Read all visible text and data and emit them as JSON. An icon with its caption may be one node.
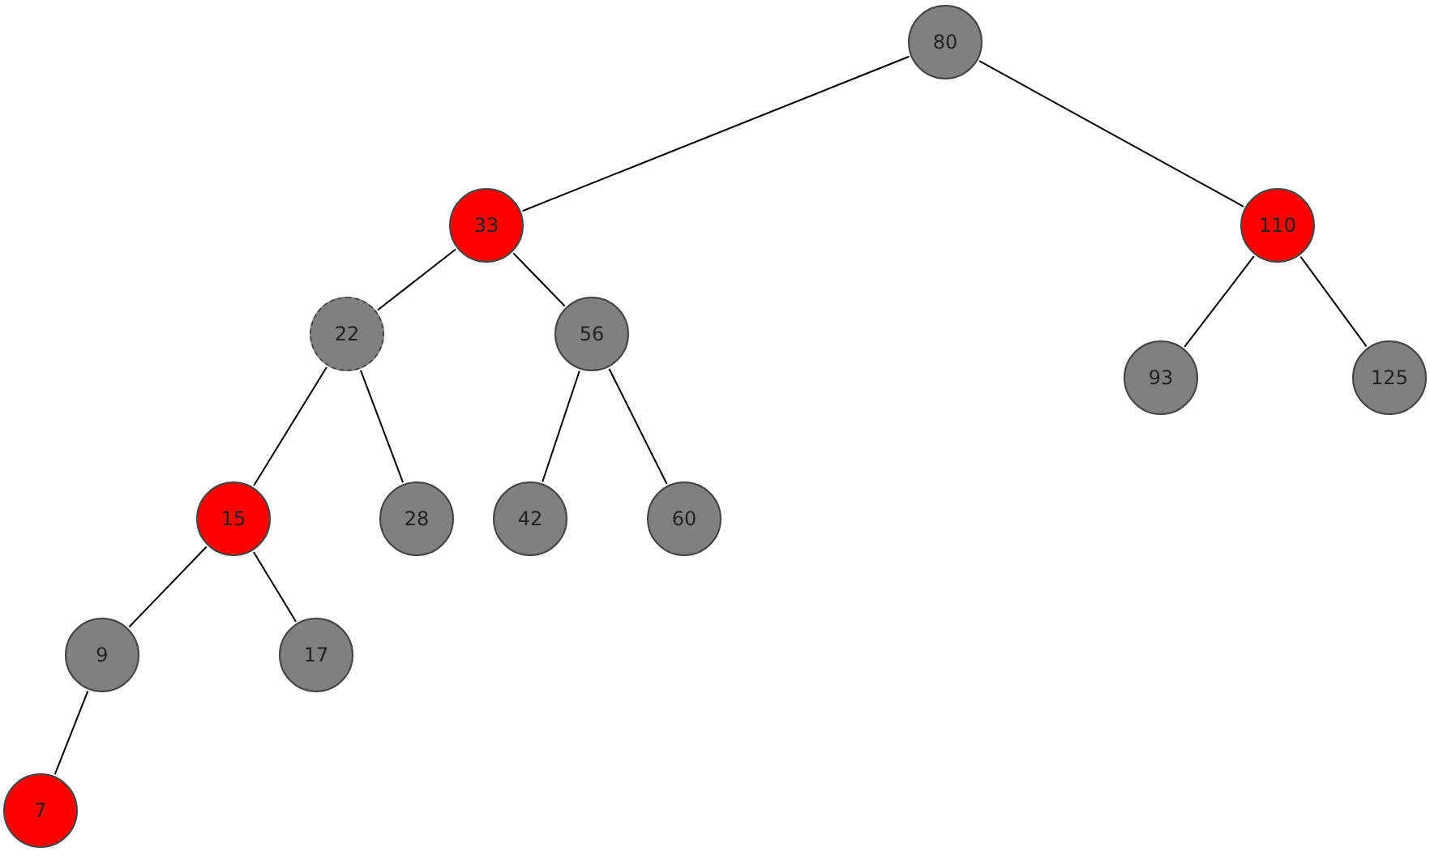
{
  "diagram": {
    "nodes": [
      {
        "text": [
          "80"
        ]
      },
      {
        "text": [
          "33"
        ]
      },
      {
        "text": [
          "110"
        ]
      },
      {
        "text": [
          "22"
        ]
      },
      {
        "text": [
          "56"
        ]
      },
      {
        "text": [
          "93"
        ]
      },
      {
        "text": [
          "125"
        ]
      },
      {
        "text": [
          "15"
        ]
      },
      {
        "text": [
          "28"
        ]
      },
      {
        "text": [
          "42"
        ]
      },
      {
        "text": [
          "60"
        ]
      },
      {
        "text": [
          "9"
        ]
      },
      {
        "text": [
          "17"
        ]
      },
      {
        "text": [
          "7"
        ]
      }
    ],
    "edges": [
      {
        "from": 0,
        "to": 1,
        "arrow": "none"
      },
      {
        "from": 0,
        "to": 2,
        "arrow": "none"
      },
      {
        "from": 1,
        "to": 3,
        "arrow": "none"
      },
      {
        "from": 1,
        "to": 4,
        "arrow": "none"
      },
      {
        "from": 2,
        "to": 5,
        "arrow": "none"
      },
      {
        "from": 2,
        "to": 6,
        "arrow": "none"
      },
      {
        "from": 3,
        "to": 7,
        "arrow": "none"
      },
      {
        "from": 3,
        "to": 8,
        "arrow": "none"
      },
      {
        "from": 4,
        "to": 9,
        "arrow": "none"
      },
      {
        "from": 4,
        "to": 10,
        "arrow": "none"
      },
      {
        "from": 7,
        "to": 11,
        "arrow": "none"
      },
      {
        "from": 7,
        "to": 12,
        "arrow": "none"
      },
      {
        "from": 11,
        "to": 13,
        "arrow": "none"
      }
    ]
  }
}
